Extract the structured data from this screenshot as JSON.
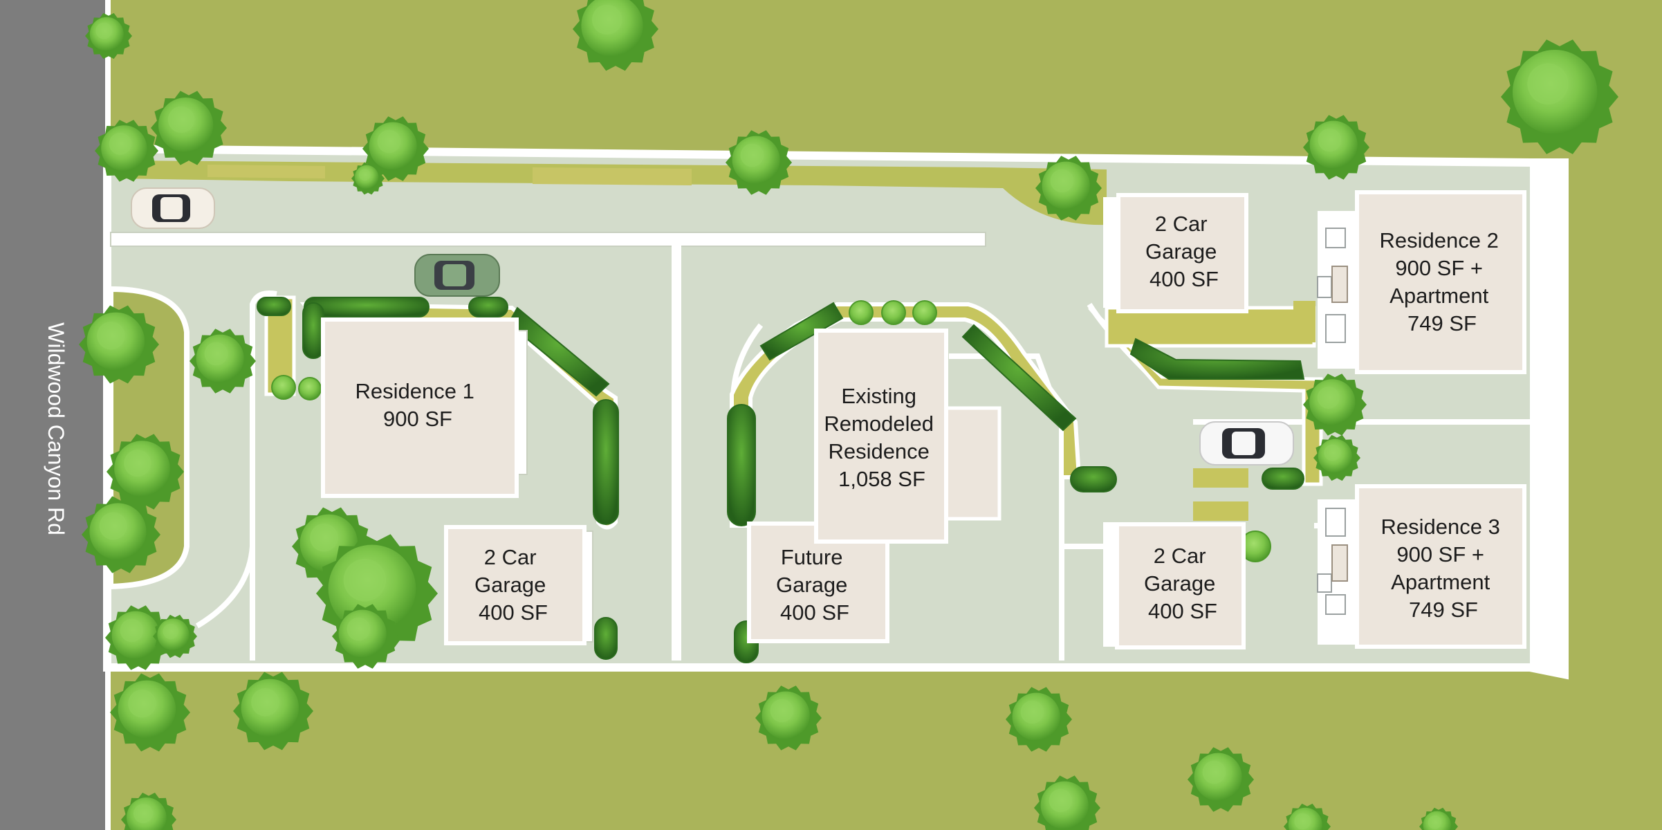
{
  "road": {
    "name": "Wildwood Canyon Rd"
  },
  "buildings": {
    "residence_1": {
      "lines": [
        "Residence 1",
        "900 SF"
      ]
    },
    "garage_1": {
      "lines": [
        "2 Car",
        "Garage",
        "400 SF"
      ]
    },
    "existing": {
      "lines": [
        "Existing",
        "Remodeled",
        "Residence",
        "1,058 SF"
      ]
    },
    "future_garage": {
      "lines": [
        "Future",
        "Garage",
        "400 SF"
      ]
    },
    "garage_2": {
      "lines": [
        "2 Car",
        "Garage",
        "400 SF"
      ]
    },
    "garage_3": {
      "lines": [
        "2 Car",
        "Garage",
        "400 SF"
      ]
    },
    "residence_2": {
      "lines": [
        "Residence 2",
        "900 SF +",
        "Apartment",
        "749 SF"
      ]
    },
    "residence_3": {
      "lines": [
        "Residence 3",
        "900 SF +",
        "Apartment",
        "749 SF"
      ]
    }
  },
  "colors": {
    "grass": "#aab45a",
    "road": "#7d7d7d",
    "pavement": "#d3dccb",
    "building": "#ece5dc",
    "tree_dark": "#4e9a2a",
    "tree_light": "#8fd25a",
    "hedge": "#2f6d1e",
    "planter": "#c6c55e"
  }
}
